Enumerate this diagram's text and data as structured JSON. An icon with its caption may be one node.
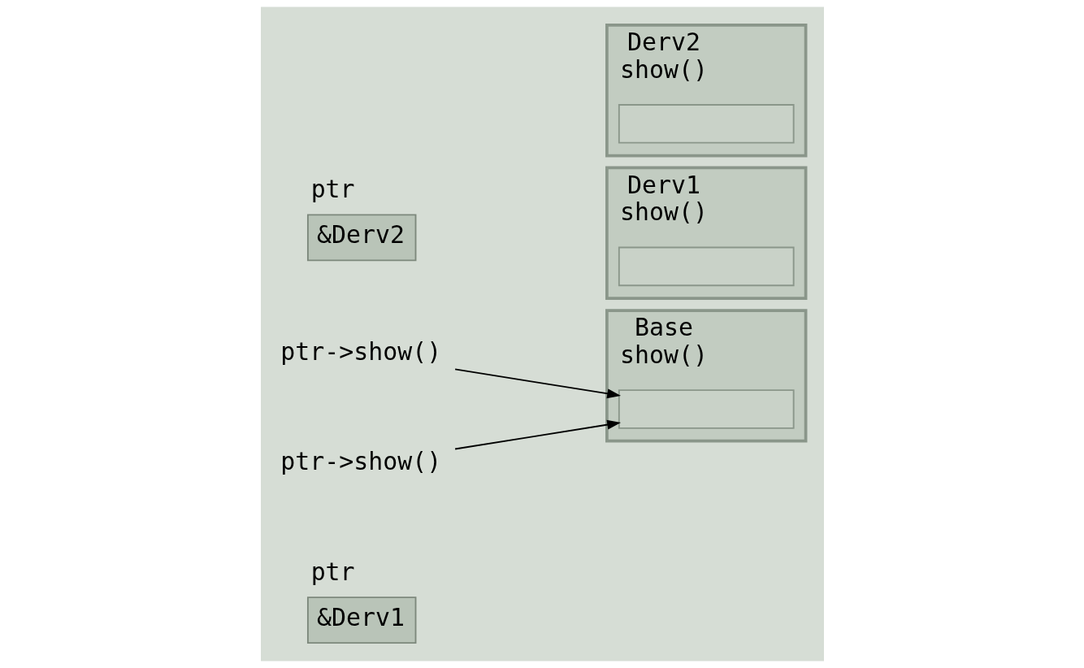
{
  "diagram": {
    "nodes": [
      {
        "text": [
          "ptr",
          "&Derv1"
        ]
      },
      {
        "text": [
          "ptr->show()"
        ]
      },
      {
        "text": [
          "Base",
          "show()"
        ]
      },
      {
        "text": [],
        "shape": "box",
        "in": 2
      },
      {
        "text": [
          "ptr",
          "&Derv2"
        ]
      },
      {
        "text": [
          "ptr->show()"
        ]
      },
      {
        "text": [
          "Derv1",
          "show()"
        ]
      },
      {
        "text": [],
        "shape": "box",
        "in": 6
      },
      {
        "text": [
          "Derv2",
          "show()"
        ]
      },
      {
        "text": [],
        "shape": "box",
        "in": 8
      }
    ],
    "edges": [
      {
        "from": 1,
        "to": 3,
        "arrow": "to"
      },
      {
        "from": 5,
        "to": 3,
        "arrow": "to"
      }
    ]
  }
}
